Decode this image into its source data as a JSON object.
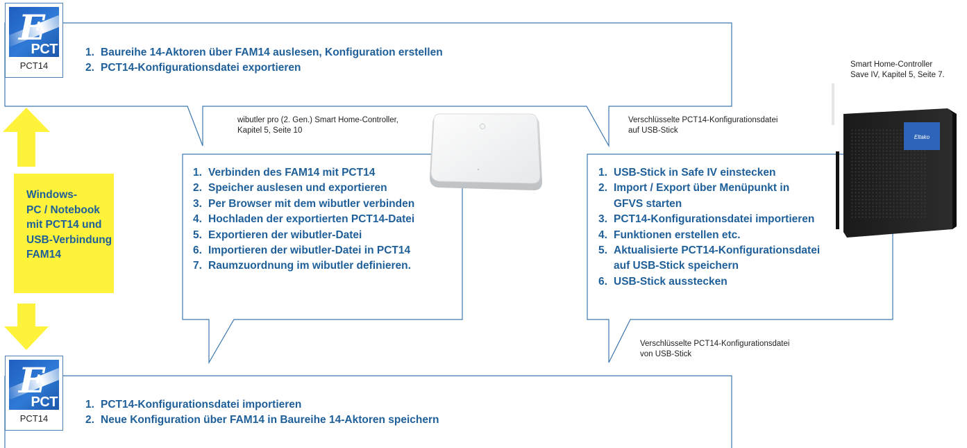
{
  "top_box": {
    "logo": {
      "letter": "E",
      "badge": "PCT",
      "caption": "PCT14"
    },
    "steps": [
      {
        "num": "1.",
        "text": "Baureihe 14-Aktoren über FAM14 auslesen, Konfiguration erstellen"
      },
      {
        "num": "2.",
        "text": "PCT14-Konfigurationsdatei exportieren"
      }
    ]
  },
  "bottom_box": {
    "logo": {
      "letter": "E",
      "badge": "PCT",
      "caption": "PCT14"
    },
    "steps": [
      {
        "num": "1.",
        "text": "PCT14-Konfigurationsdatei importieren"
      },
      {
        "num": "2.",
        "text": "Neue Konfiguration über FAM14 in Baureihe 14-Aktoren speichern"
      }
    ]
  },
  "pc_box": {
    "lines": [
      "Windows-",
      "PC / Notebook",
      "mit PCT14 und",
      "USB-Verbindung",
      "FAM14"
    ]
  },
  "wibutler_box": {
    "caption_lines": [
      "wibutler pro (2. Gen.) Smart Home-Controller,",
      "Kapitel 5, Seite 10"
    ],
    "steps": [
      {
        "num": "1.",
        "text": "Verbinden des FAM14 mit PCT14"
      },
      {
        "num": "2.",
        "text": "Speicher auslesen und exportieren"
      },
      {
        "num": "3.",
        "text": "Per Browser mit dem wibutler verbinden"
      },
      {
        "num": "4.",
        "text": "Hochladen der exportierten PCT14-Datei"
      },
      {
        "num": "5.",
        "text": "Exportieren der wibutler-Datei"
      },
      {
        "num": "6.",
        "text": "Importieren der wibutler-Datei in PCT14"
      },
      {
        "num": "7.",
        "text": "Raumzuordnung im wibutler definieren."
      }
    ]
  },
  "safe_box": {
    "caption_lines": [
      "Smart Home-Controller",
      "Save IV, Kapitel 5, Seite 7."
    ],
    "usb_in_lines": [
      "Verschlüsselte PCT14-Konfigurationsdatei",
      "auf USB-Stick"
    ],
    "usb_out_lines": [
      "Verschlüsselte PCT14-Konfigurationsdatei",
      "von USB-Stick"
    ],
    "device_label": "Eltako",
    "steps": [
      {
        "num": "1.",
        "text": "USB-Stick in Safe IV einstecken"
      },
      {
        "num": "2.",
        "text": "Import / Export über Menüpunkt in"
      },
      {
        "num": "",
        "text": "GFVS starten"
      },
      {
        "num": "3.",
        "text": "PCT14-Konfigurationsdatei importieren"
      },
      {
        "num": "4.",
        "text": "Funktionen erstellen etc."
      },
      {
        "num": "5.",
        "text": "Aktualisierte PCT14-Konfigurationsdatei"
      },
      {
        "num": "",
        "text": "auf USB-Stick speichern"
      },
      {
        "num": "6.",
        "text": "USB-Stick ausstecken"
      }
    ]
  },
  "colors": {
    "accent_blue": "#1f5f99",
    "outline_blue": "#3d78b0",
    "arrow_yellow": "#fff23a"
  }
}
